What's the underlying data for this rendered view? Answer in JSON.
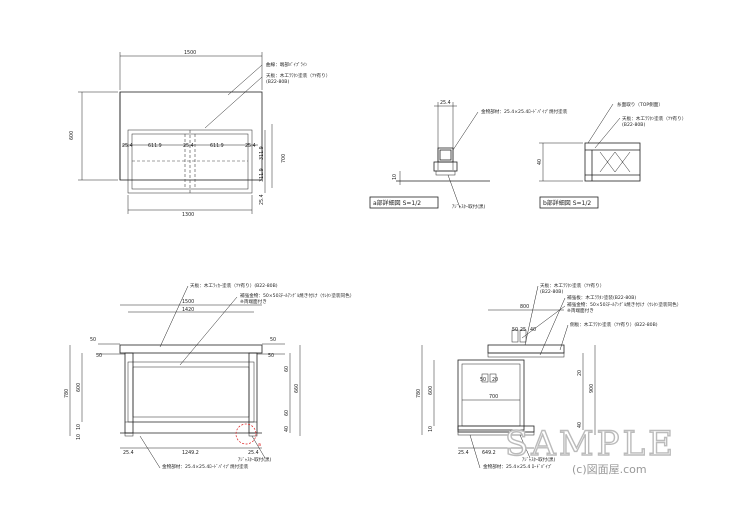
{
  "top_view": {
    "dim_width": "1500",
    "dim_inner": "1300",
    "dim_height": "600",
    "dim_bay_left": "611.9",
    "dim_bay_right": "611.9",
    "dim_post_left": "25.4",
    "dim_post_mid": "25.4",
    "dim_post_right": "25.4",
    "dim_depth_a": "311.9",
    "dim_depth_b": "311.9",
    "dim_depth_c": "25.4",
    "dim_depth_total": "700",
    "note_edge": "曲線：端部ﾊﾟｲﾌﾟﾗｲﾝ",
    "note_top": "天板：木工ﾗﾜﾀﾝ塗装（ﾂﾔ有り）",
    "note_top_code": "(B22-80B)"
  },
  "detail_a": {
    "dim_top": "25.4",
    "dim_side": "10",
    "note_frame": "金物部材：25.4×25.4ﾛｰﾄﾞﾊﾟｲﾌﾟ焼付塗装",
    "note_adjuster": "ｱｼﾞｬｽﾀｰ取付(黒)",
    "title": "a部詳細図 S=1/2"
  },
  "detail_b": {
    "note_chamfer": "糸面取り（TOP側面）",
    "note_top": "天板：木工ﾗﾜﾀﾝ塗装（ﾂﾔ有り）",
    "note_code": "(B22-80B)",
    "dim_height": "40",
    "title": "b部詳細図 S=1/2"
  },
  "front_view": {
    "note_top": "天板：木工ﾗｯｶｰ塗装（ﾂﾔ有り）(B22-80B)",
    "note_reinforce": "補強金物：50×50ｽﾁｰﾙｱﾝｸﾞﾙ焼き付け（ｳﾚﾀﾝ塗装同色）",
    "note_reinforce2": "※両端面付き",
    "dim_width": "1500",
    "dim_inner": "1420",
    "dim_bottom": "1249.2",
    "dim_post_left": "25.4",
    "dim_post_right": "25.4",
    "dim_50_a": "50",
    "dim_50_b": "50",
    "dim_50_c": "50",
    "dim_50_d": "50",
    "dim_h_780": "780",
    "dim_h_600": "600",
    "dim_h_660": "660",
    "dim_h_40": "40",
    "dim_h_10": "10",
    "dim_h_10b": "10",
    "dim_h_60": "60",
    "dim_h_60b": "60",
    "note_frame": "金物部材：25.4×25.4ﾛｰﾄﾞﾊﾟｲﾌﾟ焼付塗装",
    "note_adjuster": "ｱｼﾞｬｽﾀｰ取付(黒)",
    "callout_a": "a"
  },
  "side_view": {
    "note_top": "天板：木工ﾗﾜﾀﾝ塗装（ﾂﾔ有り）",
    "note_top_code": "(B22-80B)",
    "note_reinforce": "補強板：木工ﾗﾜﾀﾝ塗装(B22-80B)",
    "note_angle": "補強金物：50×50ｽﾁｰﾙｱﾝｸﾞﾙ焼き付け（ｳﾚﾀﾝ塗装同色）",
    "note_angle2": "※両端面付き",
    "note_side": "側板：木工ﾗﾜﾀﾝ塗装（ﾂﾔ有り）(B22-80B)",
    "dim_800": "800",
    "dim_50a": "50",
    "dim_25": "25",
    "dim_40": "40",
    "dim_50b": "50",
    "dim_20": "20",
    "dim_700": "700",
    "dim_649": "649.2",
    "dim_25b": "25.4",
    "dim_h_780": "780",
    "dim_h_600": "600",
    "dim_h_900": "900",
    "dim_h_40": "40",
    "dim_h_10": "10",
    "dim_h_20": "20",
    "note_adjuster": "ｱｼﾞｬｽﾀｰ取付(黒)",
    "note_frame": "金物部材：25.4×25.4 ﾛｰﾄﾞﾊﾟｲﾌﾟ"
  },
  "watermark": {
    "text": "SAMPLE",
    "credit": "(c)図面屋.com"
  }
}
